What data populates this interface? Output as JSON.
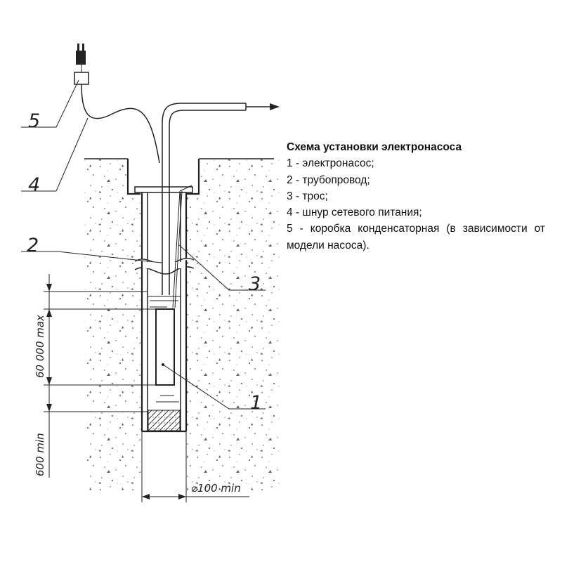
{
  "diagram": {
    "callouts": [
      "5",
      "4",
      "2",
      "3",
      "1"
    ],
    "dimensions": {
      "depth_max": "60 000 max",
      "bottom_min": "600 min",
      "diameter_min": "⌀100 min"
    }
  },
  "legend": {
    "title": "Схема установки электронасоса",
    "items": [
      "1 - электронасос;",
      "2 - трубопровод;",
      "3 - трос;",
      "4 - шнур сетевого питания;",
      "5 - коробка конденсаторная (в зависимости от модели насоса)."
    ]
  }
}
